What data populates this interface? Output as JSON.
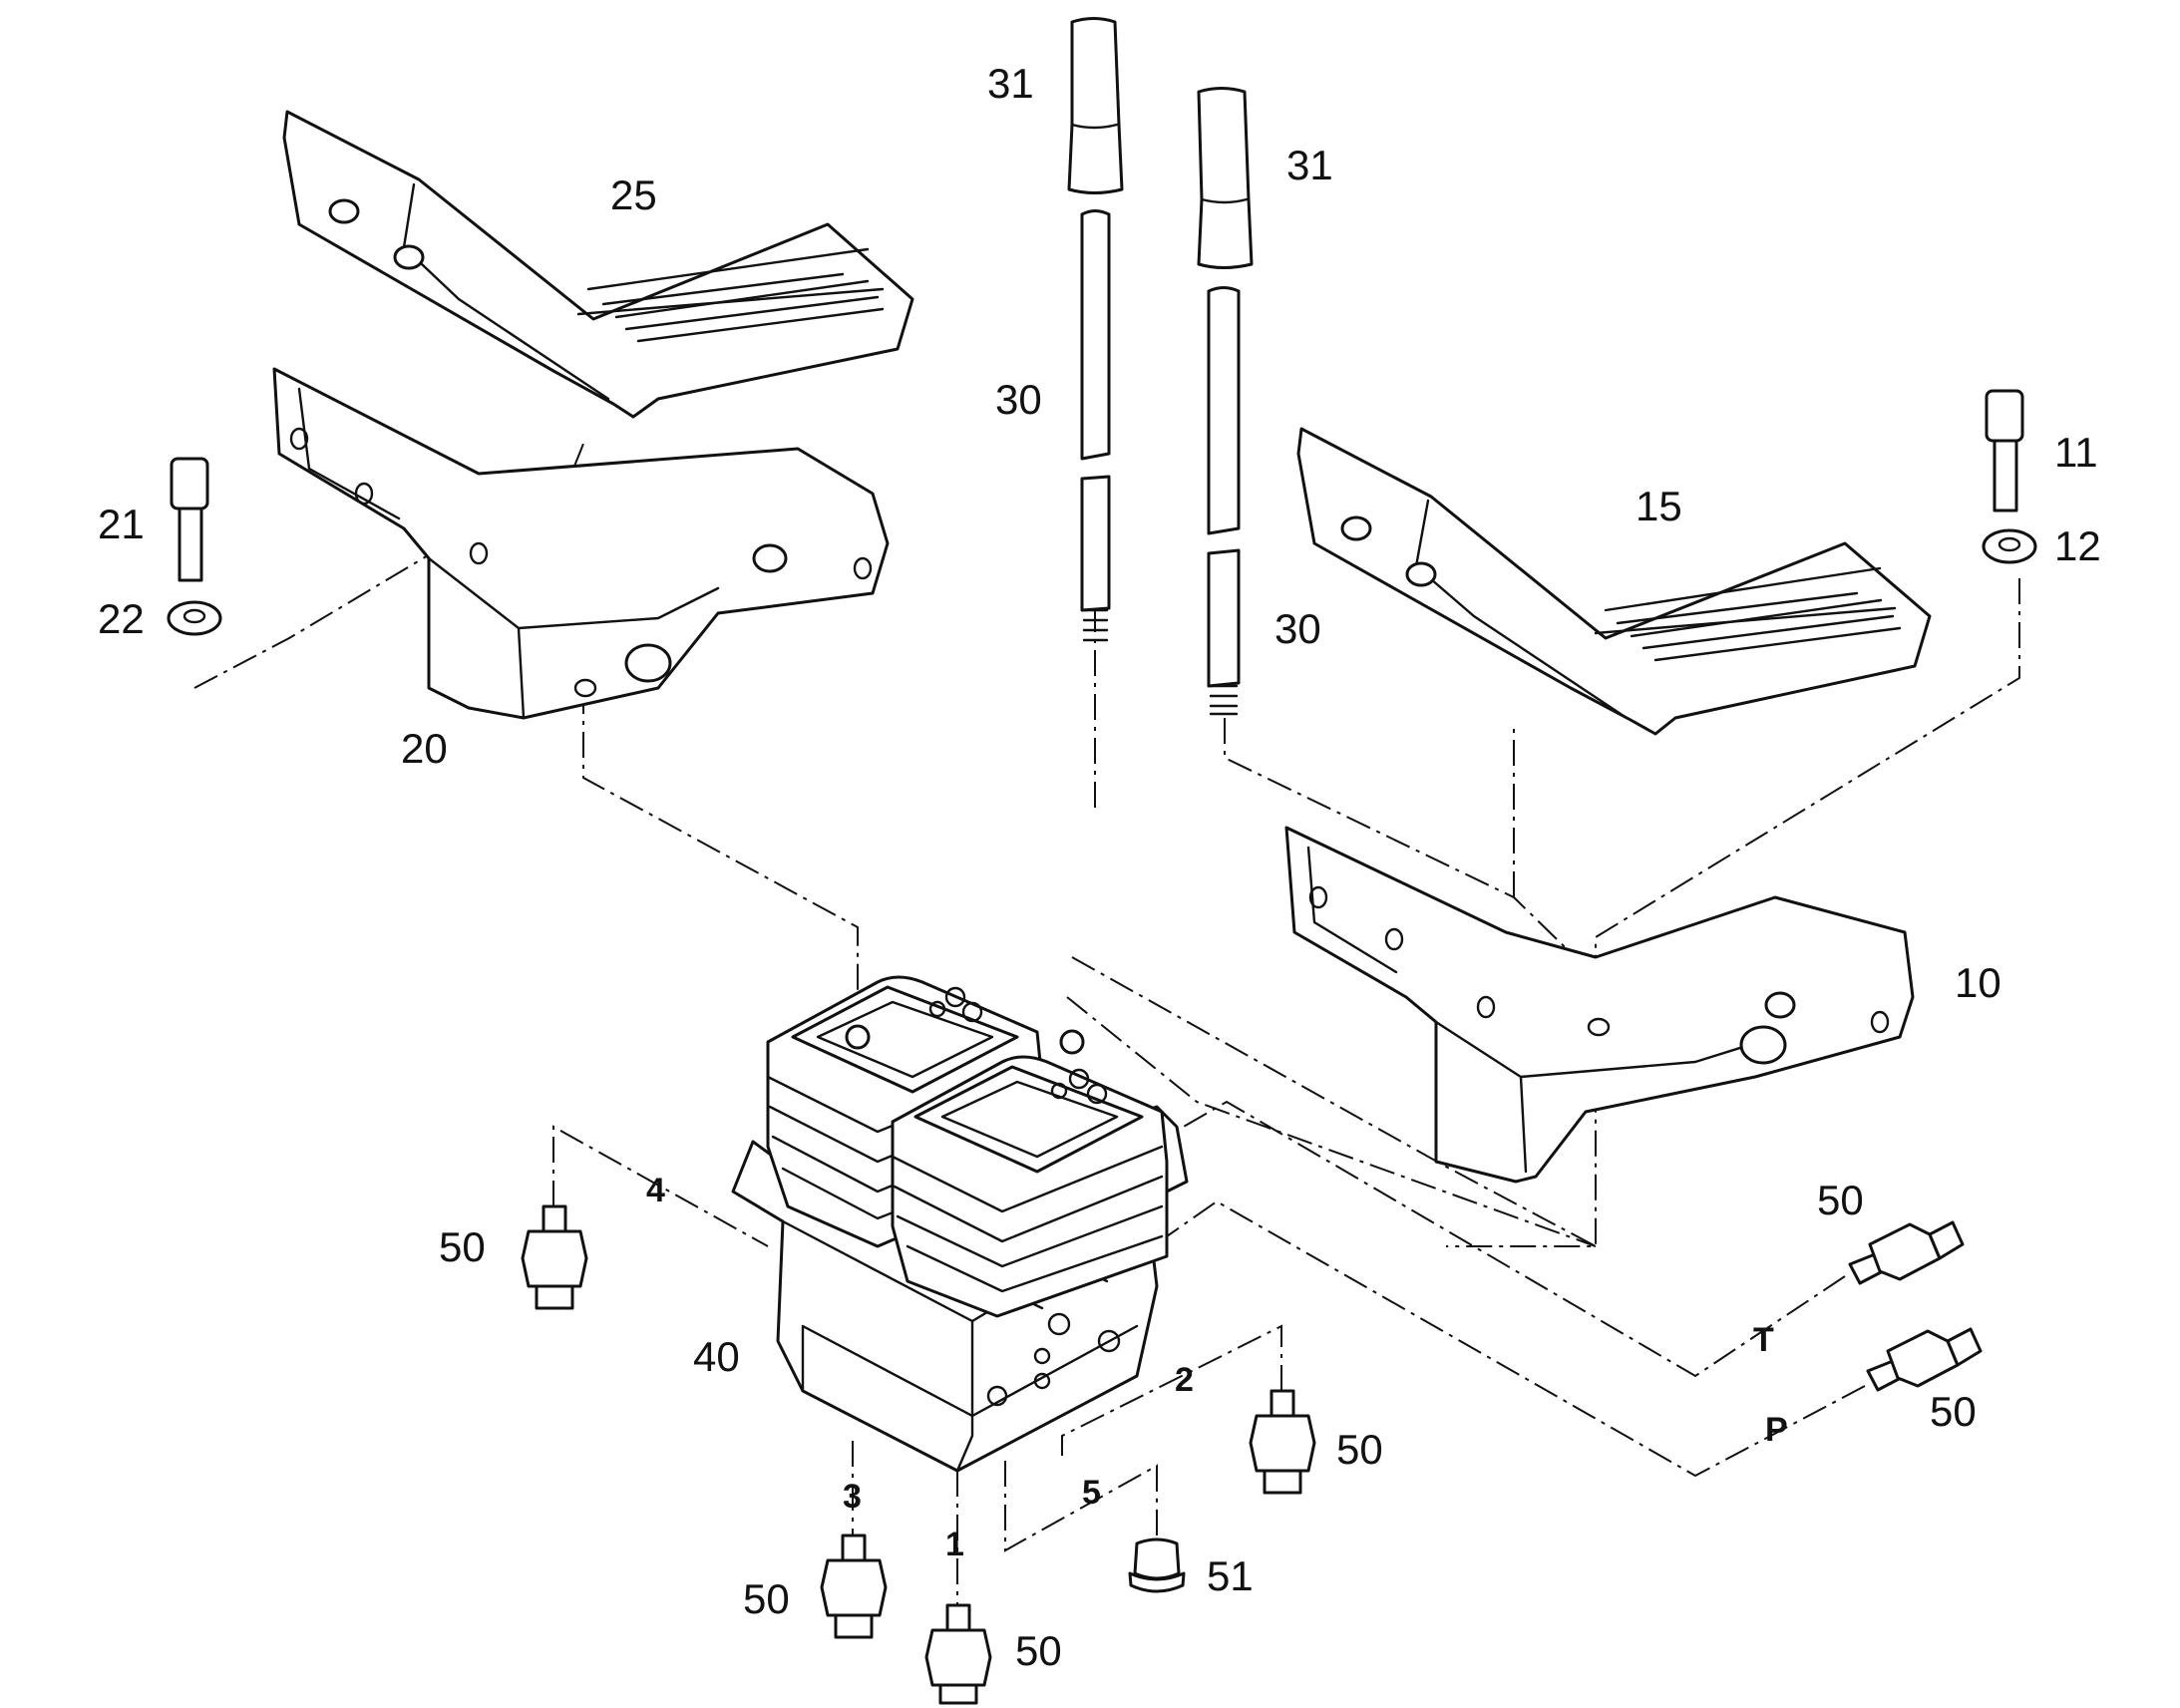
{
  "callouts": {
    "c31a": "31",
    "c31b": "31",
    "c25": "25",
    "c30a": "30",
    "c30b": "30",
    "c15": "15",
    "c11": "11",
    "c12": "12",
    "c21": "21",
    "c22": "22",
    "c20": "20",
    "c10": "10",
    "c40": "40",
    "c51": "51",
    "c50_left": "50",
    "c50_t": "50",
    "c50_p": "50",
    "c50_port2": "50",
    "c50_port3": "50",
    "c50_port1": "50"
  },
  "ports": {
    "p4": "4",
    "p2": "2",
    "p3": "3",
    "p1": "1",
    "p5": "5",
    "pT": "T",
    "pP": "P"
  }
}
